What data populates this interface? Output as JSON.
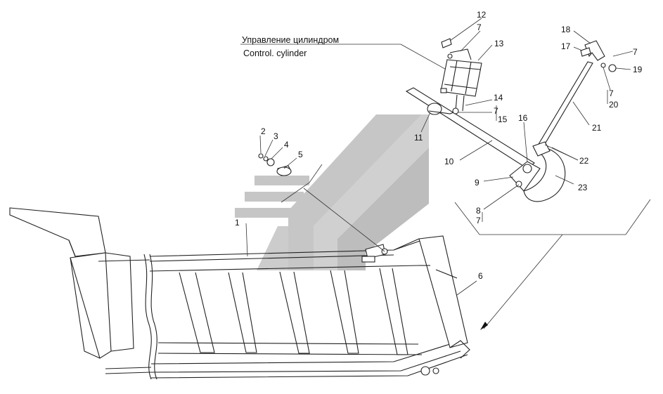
{
  "caption": {
    "ru": "Управление цилиндром",
    "en": "Control. cylinder"
  },
  "callouts": {
    "c1": "1",
    "c2": "2",
    "c3": "3",
    "c4": "4",
    "c5": "5",
    "c6": "6",
    "c7a": "7",
    "c7b": "7",
    "c7c": "7",
    "c7d": "7",
    "c7e": "7",
    "c8": "8",
    "c9": "9",
    "c10": "10",
    "c11": "11",
    "c12": "12",
    "c13": "13",
    "c14": "14",
    "c15": "15",
    "c16": "16",
    "c17": "17",
    "c18": "18",
    "c19": "19",
    "c20": "20",
    "c21": "21",
    "c22": "22",
    "c23": "23"
  },
  "colors": {
    "line": "#222222",
    "watermark": "#b4b4b4"
  }
}
